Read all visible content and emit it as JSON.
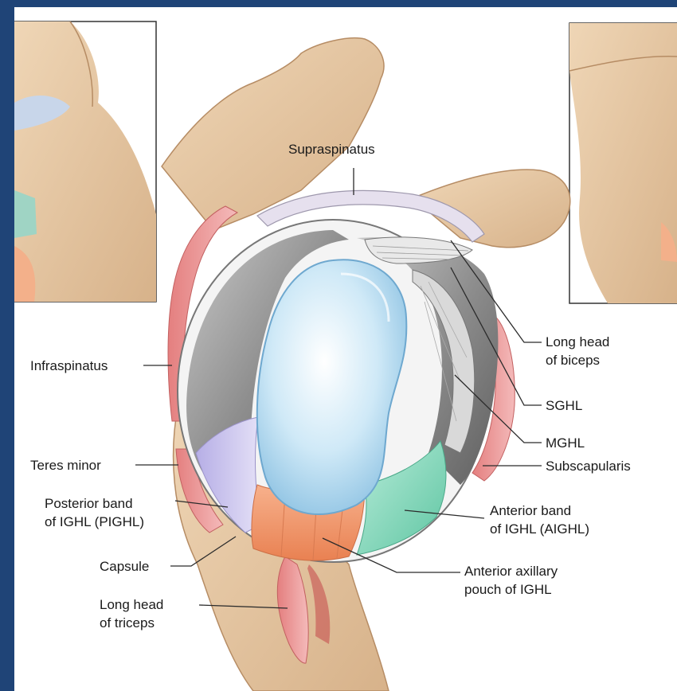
{
  "labels": {
    "supraspinatus": "Supraspinatus",
    "infraspinatus": "Infraspinatus",
    "teres_minor": "Teres minor",
    "pighl_line1": "Posterior band",
    "pighl_line2": "of IGHL (PIGHL)",
    "capsule": "Capsule",
    "triceps_line1": "Long head",
    "triceps_line2": "of triceps",
    "biceps_line1": "Long head",
    "biceps_line2": "of biceps",
    "sghl": "SGHL",
    "mghl": "MGHL",
    "subscapularis": "Subscapularis",
    "aighl_line1": "Anterior band",
    "aighl_line2": "of IGHL (AIGHL)",
    "pouch_line1": "Anterior axillary",
    "pouch_line2": "pouch of IGHL"
  },
  "colors": {
    "frame": "#1f4477",
    "bone": "#e3c4a0",
    "bone_outline": "#b68c64",
    "muscle": "#e8a3a3",
    "glenoid": "#bfe0f2",
    "capsule_gray": "#9a9a9a",
    "ighl_orange": "#f19a6c",
    "aighl_green": "#8fd9c0",
    "pighl_purple": "#c9c3ea"
  }
}
